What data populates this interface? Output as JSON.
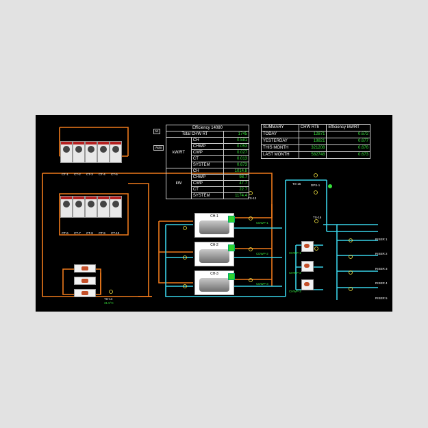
{
  "efficiency_table": {
    "title": "Efficiency 14080",
    "total_label": "Total CHW RT",
    "total_value": "1745",
    "group1_label": "kW/RT",
    "group2_label": "kW",
    "rows1": [
      {
        "name": "CH",
        "value": "0.581"
      },
      {
        "name": "CHWP",
        "value": "0.053"
      },
      {
        "name": "CWP",
        "value": "0.027"
      },
      {
        "name": "CT",
        "value": "0.013"
      },
      {
        "name": "SYSTEM",
        "value": "0.673"
      }
    ],
    "rows2": [
      {
        "name": "CH",
        "value": "1014.8"
      },
      {
        "name": "CHWP",
        "value": "98.7"
      },
      {
        "name": "CWP",
        "value": "47.7"
      },
      {
        "name": "CT",
        "value": "22.7"
      },
      {
        "name": "SYSTEM",
        "value": "1174.4"
      }
    ]
  },
  "summary_table": {
    "headers": [
      "SUMMARY",
      "CHW RTh",
      "Efficiency kW/RT"
    ],
    "rows": [
      {
        "period": "TODAY",
        "rth": "12871",
        "eff": "0.672"
      },
      {
        "period": "YESTERDAY",
        "rth": "19821",
        "eff": "0.677"
      },
      {
        "period": "THIS MONTH",
        "rth": "321208",
        "eff": "0.676"
      },
      {
        "period": "LAST MONTH",
        "rth": "582748",
        "eff": "0.673"
      }
    ]
  },
  "buttons": {
    "mode": "M",
    "auto": "Auto"
  },
  "cooling_tower_labels_top": [
    "CT-1",
    "CT-2",
    "CT-3",
    "CT-4",
    "CT-5"
  ],
  "cooling_tower_labels_bottom": [
    "CT-6",
    "CT-7",
    "CT-8",
    "CT-9",
    "CT-10"
  ],
  "chillers": [
    {
      "tag": "CH-1"
    },
    {
      "tag": "CH-2"
    },
    {
      "tag": "CH-3"
    }
  ],
  "condenser_pumps": [
    "CDWP-1",
    "CDWP-2",
    "CDWP-3"
  ],
  "chw_pumps": [
    "CHWP-1",
    "CHWP-2",
    "CHWP-3"
  ],
  "risers": [
    "RISER 1",
    "RISER 2",
    "RISER 3",
    "RISER 4",
    "RISER 5"
  ],
  "misc_labels": {
    "ts14": "TS-14",
    "ts14_val": "31.5°C",
    "ts13": "TS-13",
    "dps": "DPS-1",
    "ts15": "TS-15",
    "ts16": "TS-16"
  },
  "colors": {
    "condenser": "#f07a1c",
    "chilled": "#39d2e8",
    "value": "#36e03a",
    "valve": "#f5e642"
  }
}
